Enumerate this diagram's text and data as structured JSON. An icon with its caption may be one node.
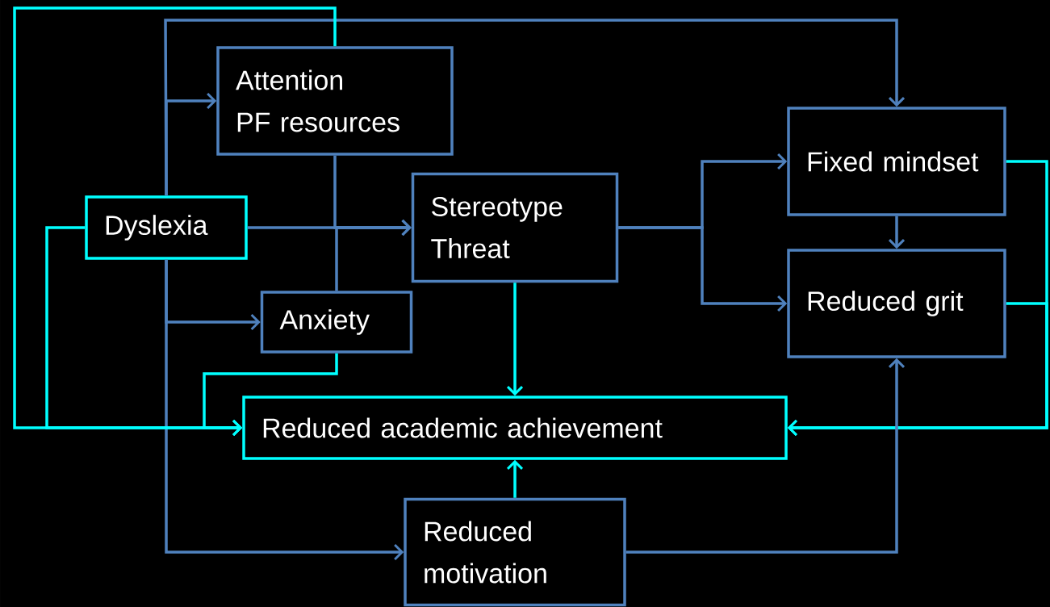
{
  "diagram": {
    "nodes": [
      {
        "text": [
          "Attention",
          "PF resources"
        ]
      },
      {
        "text": [
          "Dyslexia"
        ]
      },
      {
        "text": [
          "Stereotype Threat"
        ]
      },
      {
        "text": [
          "Fixed mindset"
        ]
      },
      {
        "text": [
          "Anxiety"
        ]
      },
      {
        "text": [
          "Reduced grit"
        ]
      },
      {
        "text": [
          "Reduced academic achievement"
        ]
      },
      {
        "text": [
          "Reduced motivation"
        ]
      }
    ],
    "edges": [
      {
        "from": 1,
        "to": 0,
        "arrow": "to"
      },
      {
        "from": 1,
        "to": 3,
        "arrow": "to"
      },
      {
        "from": 1,
        "to": 2,
        "arrow": "to"
      },
      {
        "from": 0,
        "to": 2,
        "arrow": "to"
      },
      {
        "from": 4,
        "to": 2,
        "arrow": "to"
      },
      {
        "from": 1,
        "to": 4,
        "arrow": "to"
      },
      {
        "from": 1,
        "to": 7,
        "arrow": "to"
      },
      {
        "from": 1,
        "to": 6,
        "arrow": "to",
        "color": "#00ffff"
      },
      {
        "from": 0,
        "to": 6,
        "arrow": "to",
        "color": "#00ffff"
      },
      {
        "from": 4,
        "to": 6,
        "arrow": "to",
        "color": "#00ffff"
      },
      {
        "from": 2,
        "to": 3,
        "arrow": "to"
      },
      {
        "from": 2,
        "to": 5,
        "arrow": "to"
      },
      {
        "from": 2,
        "to": 6,
        "arrow": "to",
        "color": "#00ffff"
      },
      {
        "from": 3,
        "to": 5,
        "arrow": "to"
      },
      {
        "from": 3,
        "to": 6,
        "arrow": "to",
        "color": "#00ffff"
      },
      {
        "from": 5,
        "to": 6,
        "arrow": "to",
        "color": "#00ffff"
      },
      {
        "from": 7,
        "to": 6,
        "arrow": "to",
        "color": "#00ffff"
      },
      {
        "from": 7,
        "to": 5,
        "arrow": "to"
      }
    ]
  }
}
